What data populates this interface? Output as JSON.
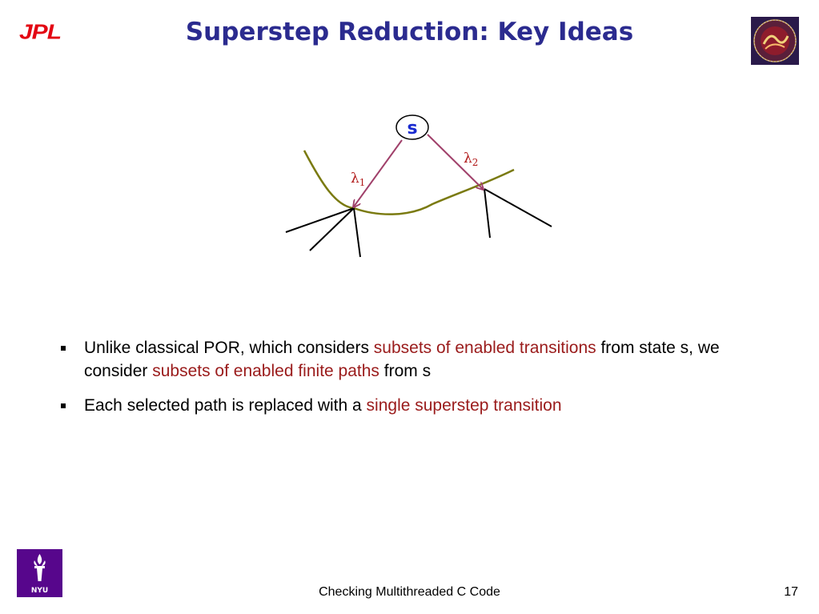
{
  "header": {
    "logo_text": "JPL",
    "title": "Superstep Reduction: Key Ideas"
  },
  "diagram": {
    "state_label": "s",
    "path_labels": [
      {
        "symbol": "λ",
        "subscript": "1"
      },
      {
        "symbol": "λ",
        "subscript": "2"
      }
    ]
  },
  "bullets": [
    {
      "segments": [
        {
          "text": "Unlike classical POR, which considers ",
          "highlight": false
        },
        {
          "text": "subsets of enabled transitions",
          "highlight": true
        },
        {
          "text": " from state s, we consider ",
          "highlight": false
        },
        {
          "text": "subsets of enabled finite paths",
          "highlight": true
        },
        {
          "text": " from s",
          "highlight": false
        }
      ]
    },
    {
      "segments": [
        {
          "text": "Each selected path is replaced with a ",
          "highlight": false
        },
        {
          "text": "single superstep transition",
          "highlight": true
        }
      ]
    }
  ],
  "footer": {
    "caption": "Checking Multithreaded C Code",
    "page_number": "17",
    "nyu_logo_text": "NYU"
  },
  "colors": {
    "title": "#2b2b8f",
    "highlight": "#9a1b1b",
    "arrow": "#a0406a",
    "curve": "#7a7a10",
    "jpl_red": "#e30613",
    "nyu_purple": "#57068c"
  }
}
